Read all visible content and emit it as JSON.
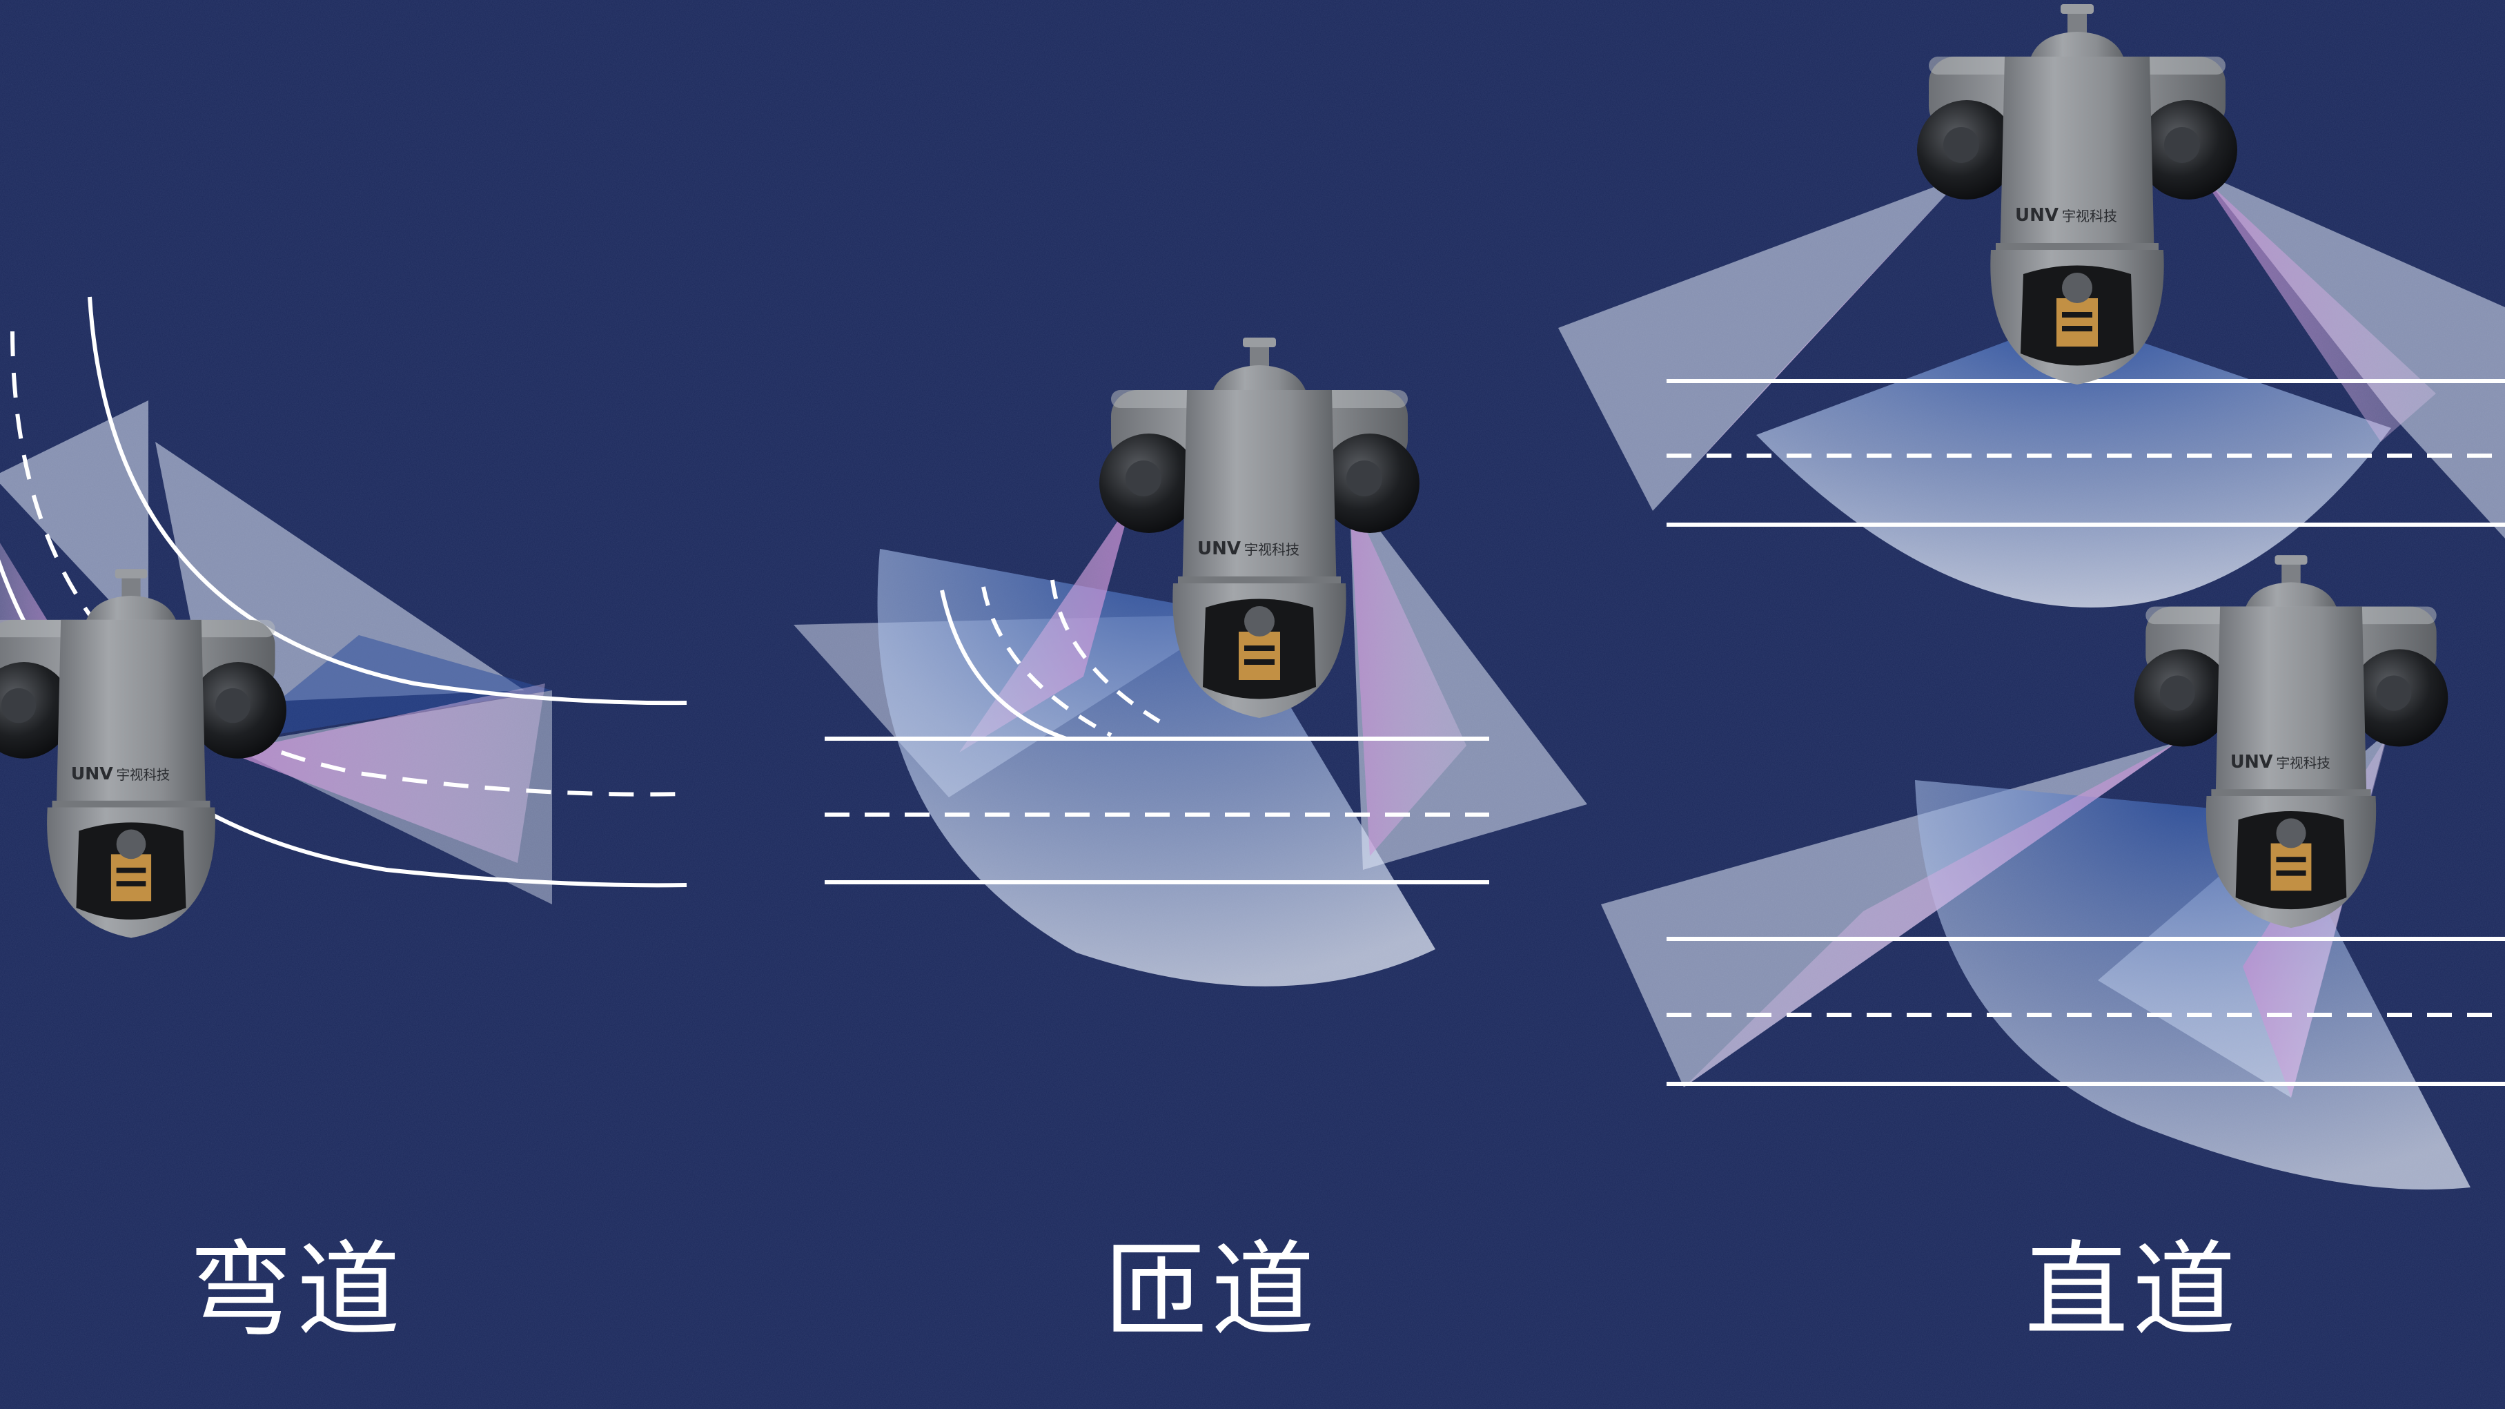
{
  "colors": {
    "background": "#1d2a5c",
    "road_line": "#ffffff",
    "fov_light": "#dfe6f5",
    "fov_blue": "#2d4f9c",
    "fov_purple": "#c48ad0",
    "camera_body": "#8f9296"
  },
  "brand": {
    "logo": "UNV",
    "name_cn": "宇视科技"
  },
  "scenes": [
    {
      "id": "curve",
      "caption": "弯道"
    },
    {
      "id": "ramp",
      "caption": "匝道"
    },
    {
      "id": "straight",
      "caption": "直道"
    }
  ],
  "icons": [
    "ptz-camera-icon"
  ]
}
